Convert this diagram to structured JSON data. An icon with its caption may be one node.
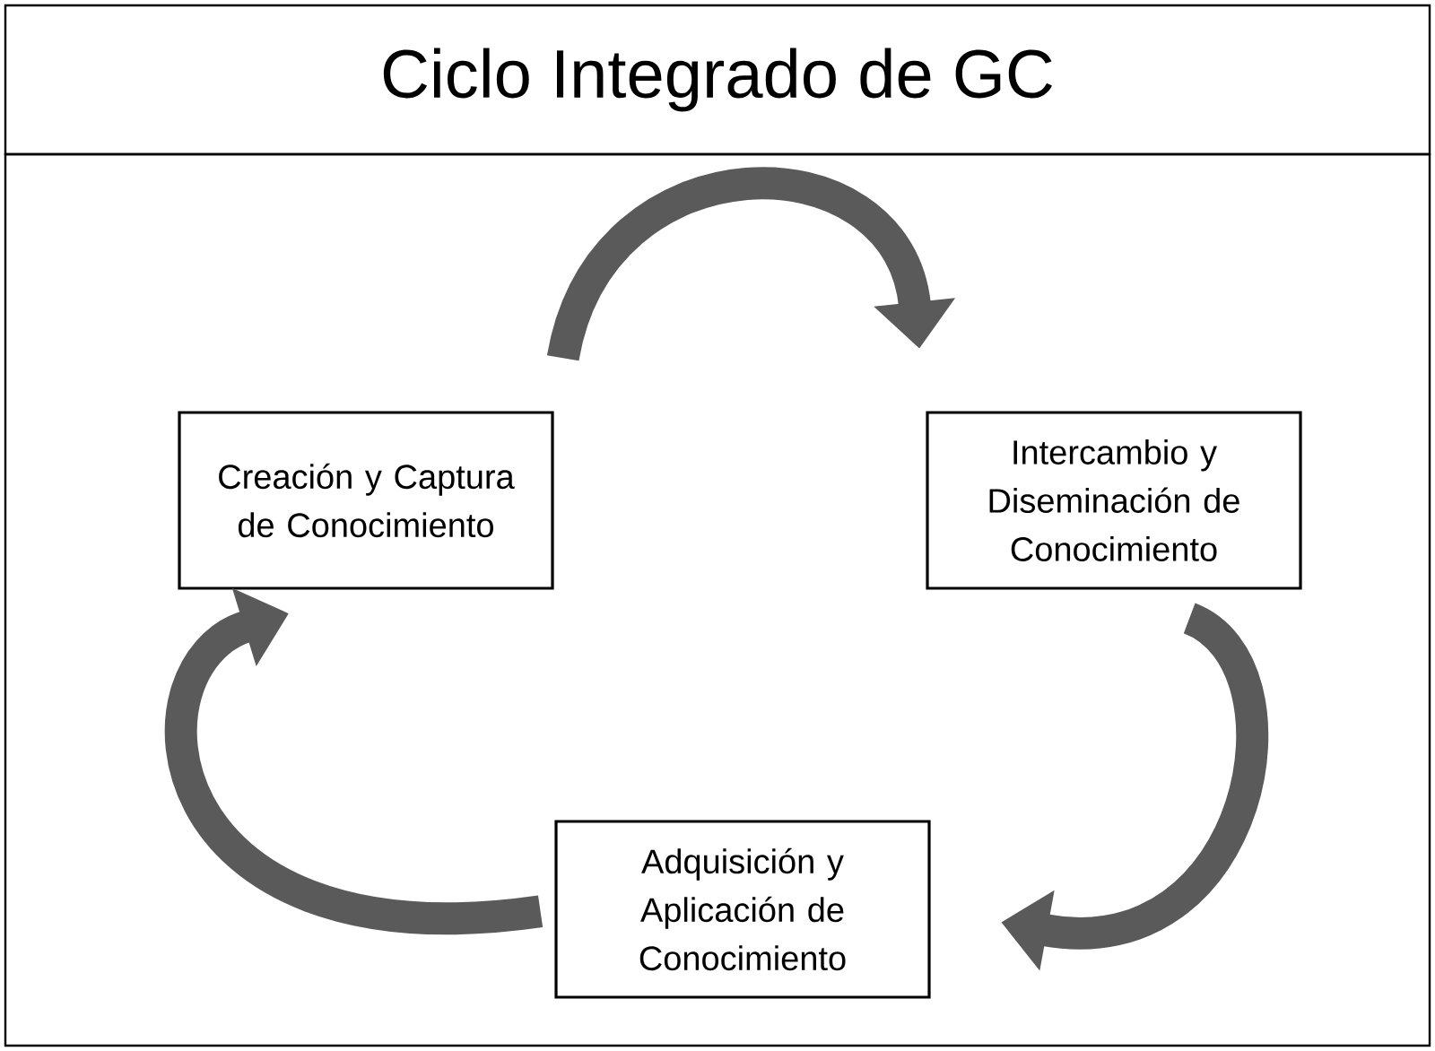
{
  "diagram": {
    "title": "Ciclo Integrado de GC",
    "nodes": [
      {
        "text": [
          "Creación y Captura de Conocimiento"
        ]
      },
      {
        "text": [
          "Intercambio y Diseminación de Conocimiento"
        ]
      },
      {
        "text": [
          "Adquisición y Aplicación de Conocimiento"
        ]
      }
    ],
    "edges": [
      {
        "from": 0,
        "to": 1,
        "arrow": "to"
      },
      {
        "from": 1,
        "to": 2,
        "arrow": "to"
      },
      {
        "from": 2,
        "to": 0,
        "arrow": "to"
      }
    ]
  }
}
